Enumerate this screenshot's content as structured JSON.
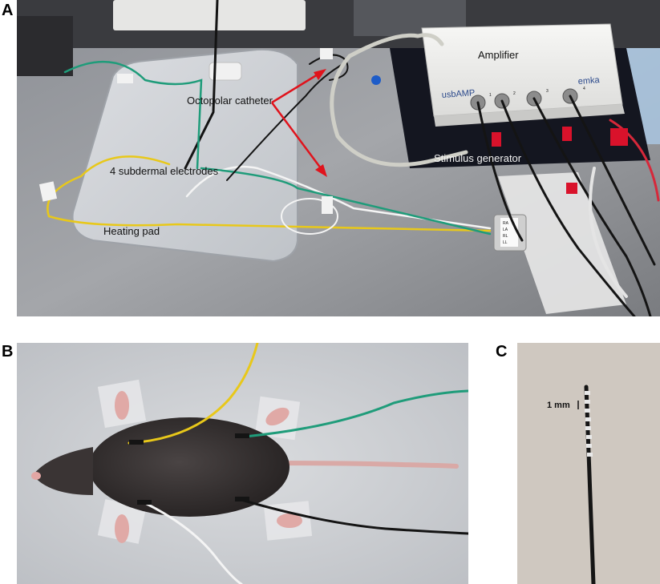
{
  "panels": {
    "a": {
      "letter": "A"
    },
    "b": {
      "letter": "B"
    },
    "c": {
      "letter": "C"
    }
  },
  "labels": {
    "amplifier": "Amplifier",
    "octopolar_catheter": "Octopolar catheter",
    "subdermal_electrodes": "4 subdermal electrodes",
    "stimulus_generator": "Stimulus generator",
    "heating_pad": "Heating pad",
    "usb_amp": "usbAMP",
    "emka": "emka",
    "channel_1": "1",
    "channel_2": "2",
    "channel_3": "3",
    "channel_4": "4",
    "lead_ra": "RA",
    "lead_la": "LA",
    "lead_rl": "RL",
    "lead_ll": "LL",
    "scale_bar": "1 mm"
  },
  "colors": {
    "arrow_red": "#e0131c",
    "wire_yellow": "#e8c81a",
    "wire_green": "#1f9c7a",
    "wire_white": "#f4f4f4",
    "wire_black": "#141414"
  }
}
